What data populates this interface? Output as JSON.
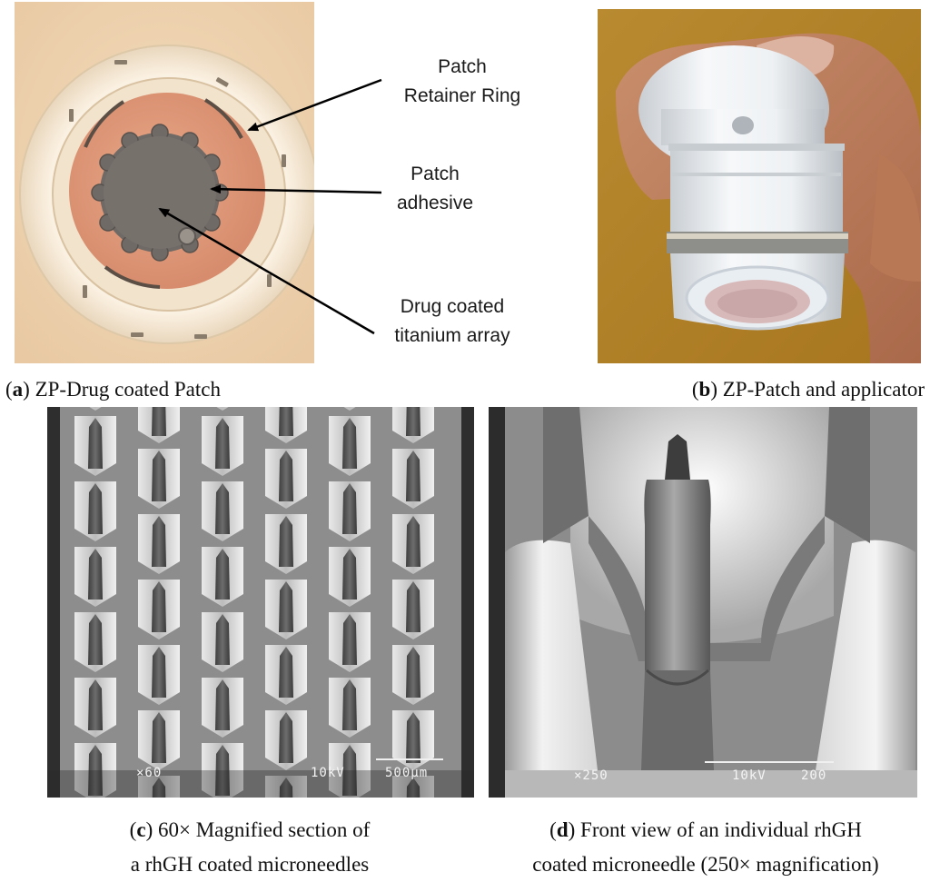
{
  "panel_a": {
    "labels": {
      "retainer_line1": "Patch",
      "retainer_line2": "Retainer Ring",
      "adhesive_line1": "Patch",
      "adhesive_line2": "adhesive",
      "array_line1": "Drug coated",
      "array_line2": "titanium array"
    },
    "caption_letter": "a",
    "caption_text": "ZP-Drug coated Patch"
  },
  "panel_b": {
    "caption_letter": "b",
    "caption_text": "ZP-Patch and applicator"
  },
  "panel_c": {
    "sem_mag": "×60",
    "sem_kv": "10kV",
    "sem_scale": "500μm",
    "caption_letter": "c",
    "caption_line1": "60× Magnified section of",
    "caption_line2": "a rhGH coated microneedles"
  },
  "panel_d": {
    "sem_mag": "×250",
    "sem_kv": "10kV",
    "sem_scale": "200",
    "caption_letter": "d",
    "caption_line1": "Front view of an individual rhGH",
    "caption_line2": "coated microneedle (250× magnification)"
  }
}
